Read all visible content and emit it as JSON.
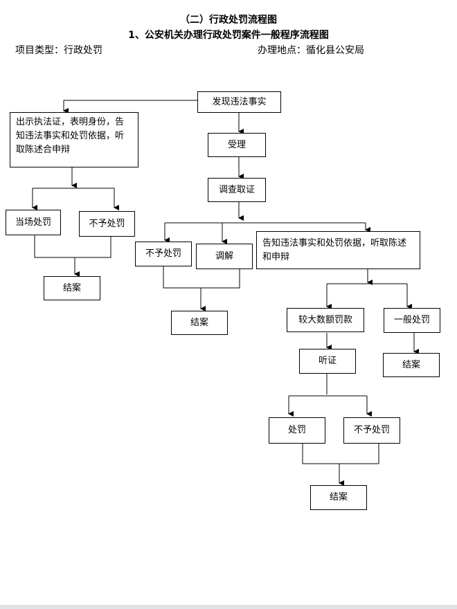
{
  "header": {
    "title": "（二）行政处罚流程图",
    "subtitle": "1、公安机关办理行政处罚案件一般程序流程图",
    "project_type": "项目类型：行政处罚",
    "location": "办理地点：循化县公安局"
  },
  "nodes": {
    "discover": "发现违法事实",
    "show_id": "出示执法证，表明身份，告知违法事实和处罚依据，听取陈述合申辩",
    "accept": "受理",
    "investigate": "调查取证",
    "onsite_penalty": "当场处罚",
    "no_penalty_left": "不予处罚",
    "close_left": "结案",
    "no_penalty_mid": "不予处罚",
    "mediate": "调解",
    "close_mid": "结案",
    "notify": "告知违法事实和处罚依据，听取陈述和申辩",
    "large_fine": "较大数额罚款",
    "general_penalty": "一般处罚",
    "hearing": "听证",
    "close_right": "结案",
    "penalty": "处罚",
    "no_penalty_bottom": "不予处罚",
    "close_bottom": "结案"
  }
}
